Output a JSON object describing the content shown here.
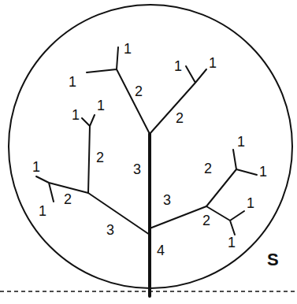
{
  "diagram": {
    "labels": [
      "1",
      "1",
      "2",
      "1",
      "1",
      "1",
      "1",
      "2",
      "3",
      "2",
      "1",
      "2",
      "1",
      "1",
      "3",
      "2",
      "2",
      "3",
      "1",
      "1",
      "1",
      "4",
      "S"
    ]
  }
}
